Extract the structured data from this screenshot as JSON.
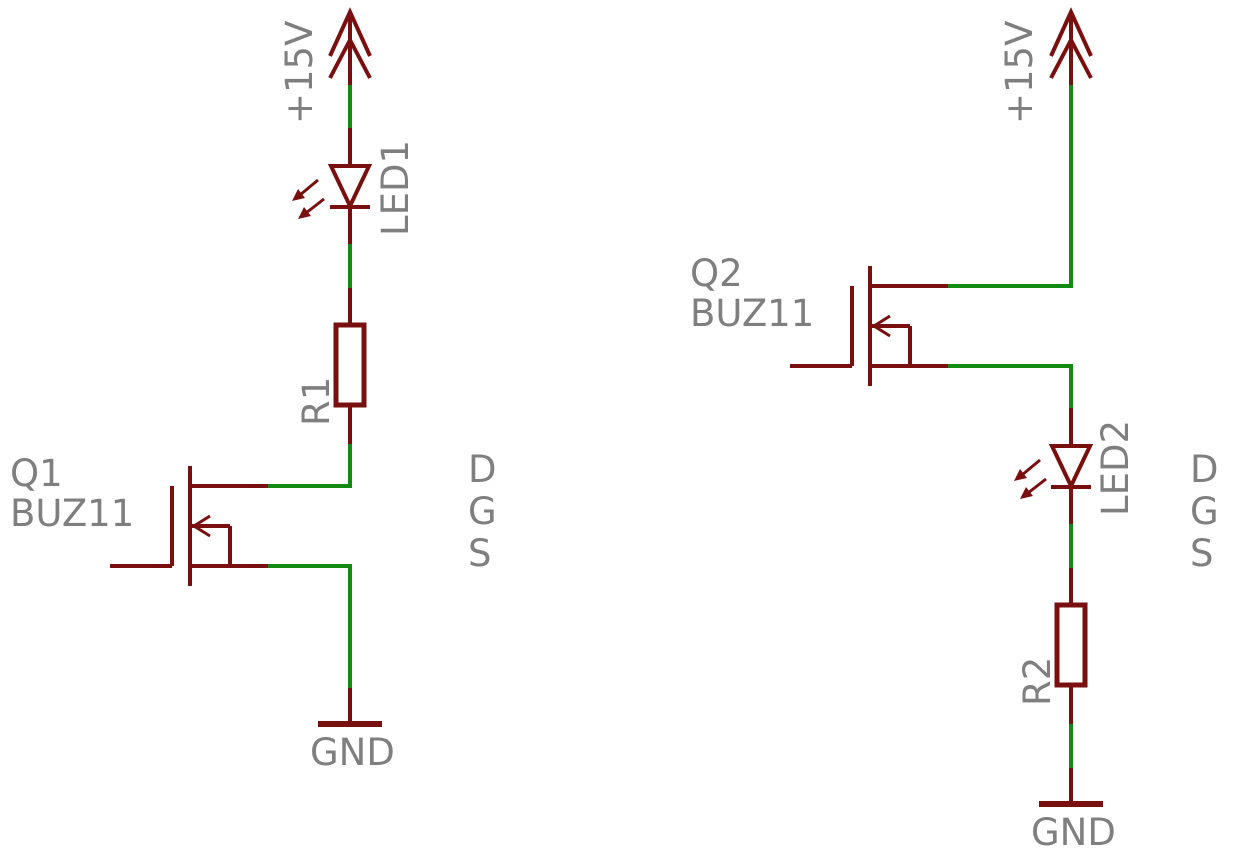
{
  "colors": {
    "symbol": "#7a0f0f",
    "wire": "#138a13",
    "label": "#7f7f7f",
    "background": "#ffffff"
  },
  "circuit_left": {
    "supply_label": "+15V",
    "led_label": "LED1",
    "resistor_label": "R1",
    "transistor_name": "Q1",
    "transistor_value": "BUZ11",
    "ground_label": "GND",
    "pin_labels": [
      "D",
      "G",
      "S"
    ]
  },
  "circuit_right": {
    "supply_label": "+15V",
    "led_label": "LED2",
    "resistor_label": "R2",
    "transistor_name": "Q2",
    "transistor_value": "BUZ11",
    "ground_label": "GND",
    "pin_labels": [
      "D",
      "G",
      "S"
    ]
  }
}
